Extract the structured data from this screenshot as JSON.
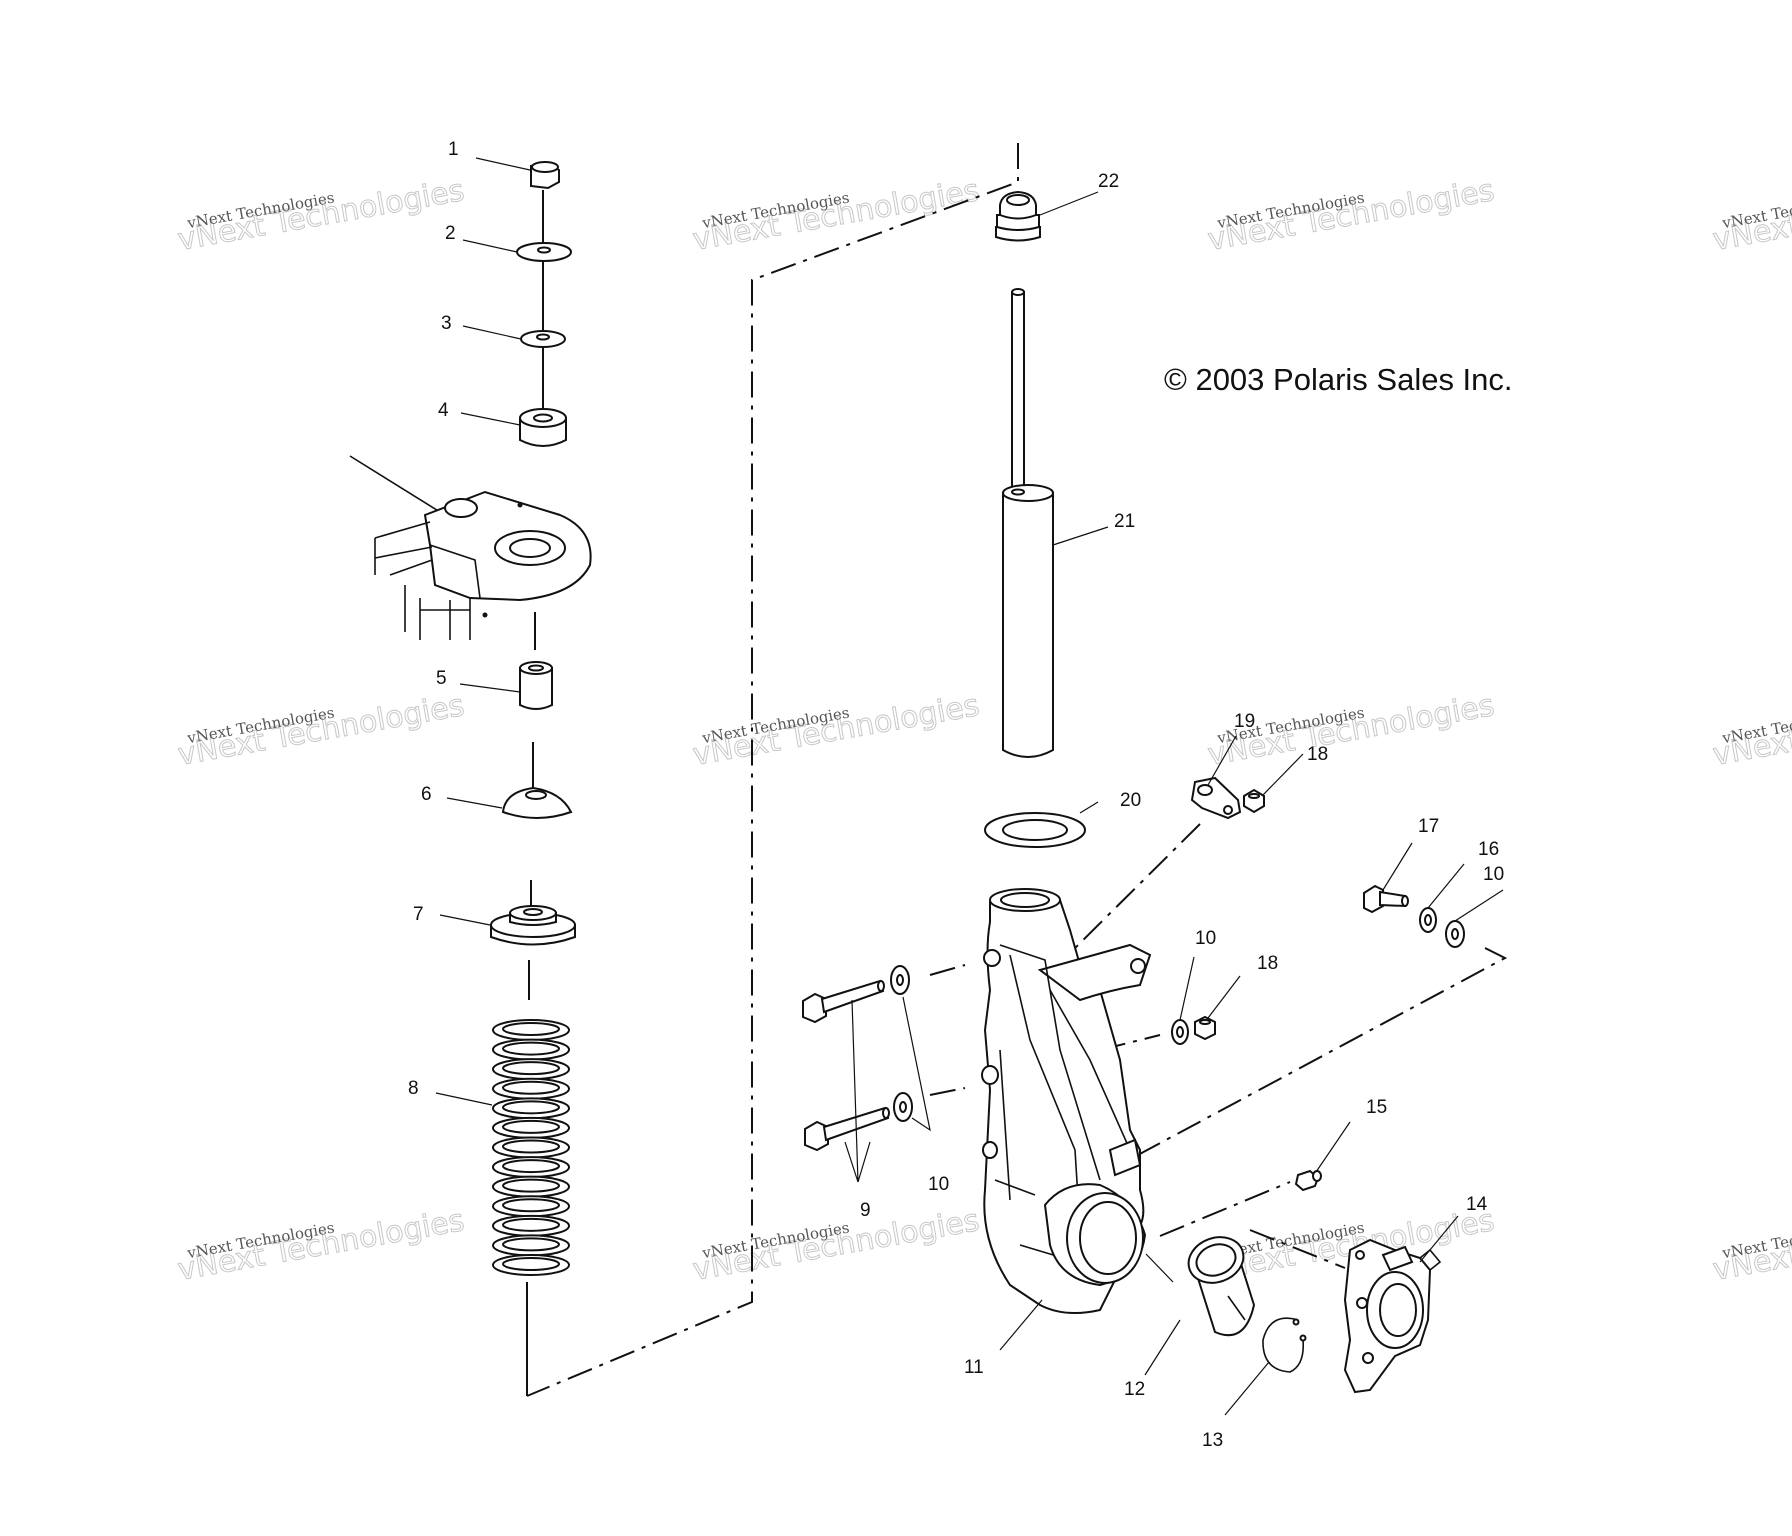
{
  "copyright": "© 2003 Polaris Sales Inc.",
  "watermark": {
    "line1": "vNext Technologies",
    "line2": "vNext Technologies"
  },
  "callouts": {
    "c1": "1",
    "c2": "2",
    "c3": "3",
    "c4": "4",
    "c5": "5",
    "c6": "6",
    "c7": "7",
    "c8": "8",
    "c9": "9",
    "c10a": "10",
    "c10b": "10",
    "c10c": "10",
    "c11": "11",
    "c12": "12",
    "c13": "13",
    "c14": "14",
    "c15": "15",
    "c16": "16",
    "c17": "17",
    "c18a": "18",
    "c18b": "18",
    "c19": "19",
    "c20": "20",
    "c21": "21",
    "c22": "22"
  }
}
